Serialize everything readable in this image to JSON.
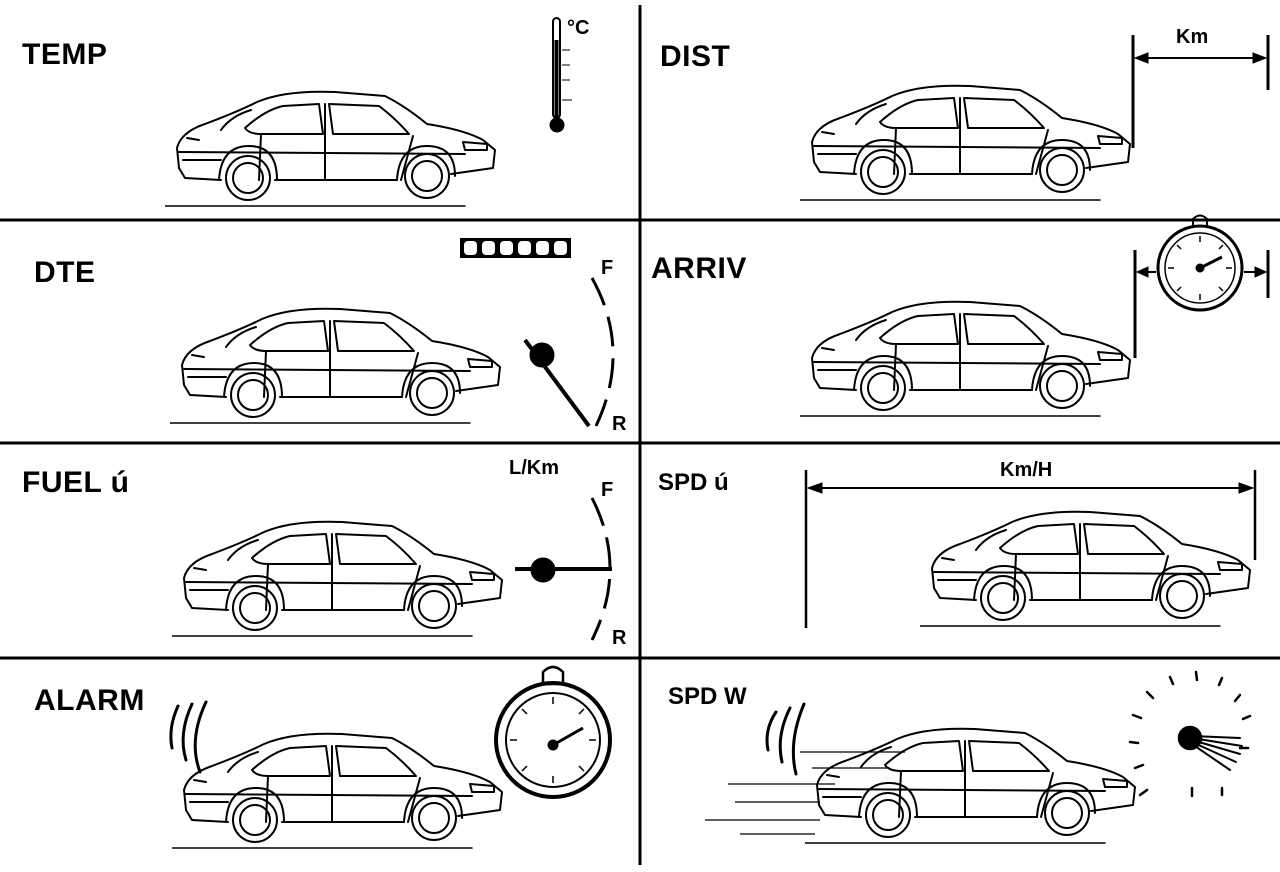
{
  "panels": {
    "temp": {
      "label": "TEMP",
      "unit": "°C"
    },
    "dist": {
      "label": "DIST",
      "unit": "Km"
    },
    "dte": {
      "label": "DTE",
      "gauge_full": "F",
      "gauge_reserve": "R"
    },
    "arriv": {
      "label": "ARRIV"
    },
    "fuel": {
      "label": "FUEL ú",
      "unit": "L/Km",
      "gauge_full": "F",
      "gauge_reserve": "R"
    },
    "spd": {
      "label": "SPD ú",
      "unit": "Km/H"
    },
    "alarm": {
      "label": "ALARM"
    },
    "spdw": {
      "label": "SPD W"
    }
  },
  "colors": {
    "ink": "#000000",
    "paper": "#ffffff"
  }
}
